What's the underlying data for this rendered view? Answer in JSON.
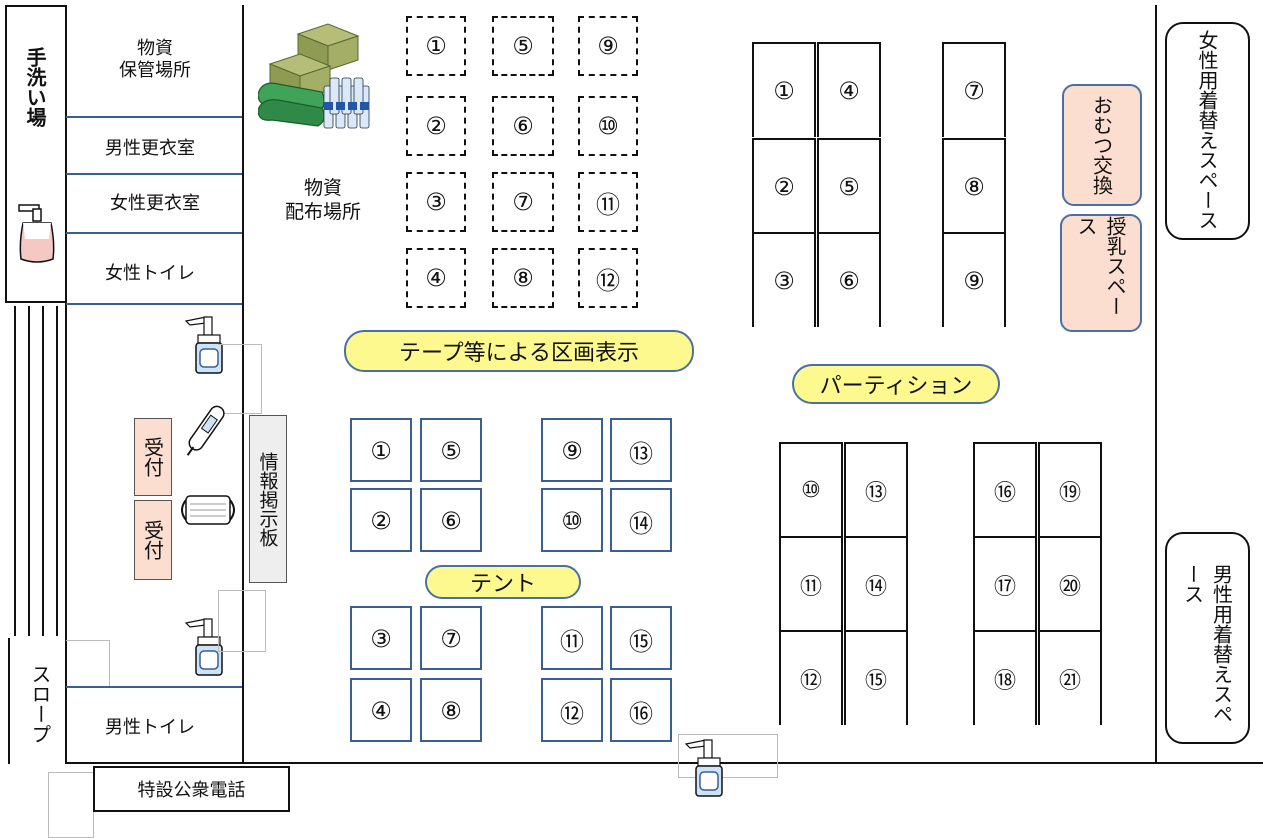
{
  "rooms": {
    "handwash": "手洗い場",
    "storage": "物資\n保管場所",
    "male_changing": "男性更衣室",
    "female_changing": "女性更衣室",
    "female_toilet": "女性トイレ",
    "male_toilet": "男性トイレ",
    "slope": "スロープ",
    "phone": "特設公衆電話",
    "reception1": "受付",
    "reception2": "受付",
    "info_board": "情報掲示板",
    "distribution": "物資\n配布場所",
    "diaper": "おむつ交換",
    "nursing": "授乳スペース",
    "female_dressing": "女性用着替えスペース",
    "male_dressing": "男性用着替えスペース"
  },
  "labels": {
    "tape": "テープ等による区画表示",
    "partition": "パーティション",
    "tent": "テント"
  },
  "tape_areas": [
    "①",
    "⑤",
    "⑨",
    "②",
    "⑥",
    "⑩",
    "③",
    "⑦",
    "⑪",
    "④",
    "⑧",
    "⑫"
  ],
  "partitions_top": [
    "①",
    "④",
    "⑦",
    "②",
    "⑤",
    "⑧",
    "③",
    "⑥",
    "⑨"
  ],
  "tents": [
    "①",
    "⑤",
    "⑨",
    "⑬",
    "②",
    "⑥",
    "⑩",
    "⑭",
    "③",
    "⑦",
    "⑪",
    "⑮",
    "④",
    "⑧",
    "⑫",
    "⑯"
  ],
  "partitions_bottom": [
    "⑩",
    "⑬",
    "⑯",
    "⑲",
    "⑪",
    "⑭",
    "⑰",
    "⑳",
    "⑫",
    "⑮",
    "⑱",
    "㉑"
  ],
  "colors": {
    "accent_yellow": "#fdf98f",
    "pink": "#fbded0",
    "blue_line": "#3a5f95"
  }
}
